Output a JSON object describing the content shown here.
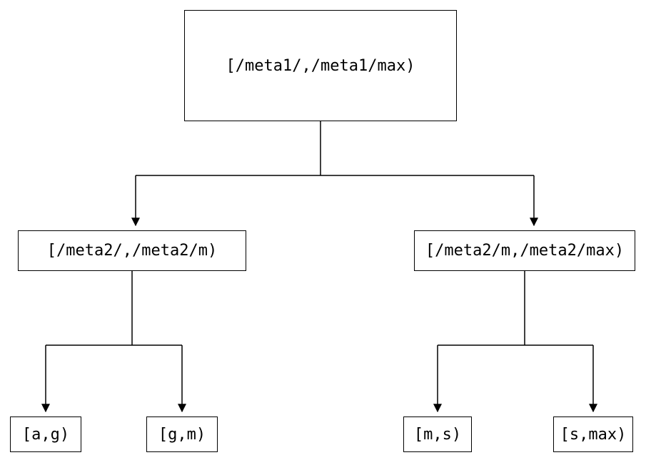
{
  "tree": {
    "label": "[/meta1/,/meta1/max)",
    "children": [
      {
        "label": "[/meta2/,/meta2/m)",
        "children": [
          {
            "label": "[a,g)"
          },
          {
            "label": "[g,m)"
          }
        ]
      },
      {
        "label": "[/meta2/m,/meta2/max)",
        "children": [
          {
            "label": "[m,s)"
          },
          {
            "label": "[s,max)"
          }
        ]
      }
    ]
  },
  "colors": {
    "background": "#ffffff",
    "line": "#000000",
    "box_border": "#000000",
    "text": "#000000"
  }
}
